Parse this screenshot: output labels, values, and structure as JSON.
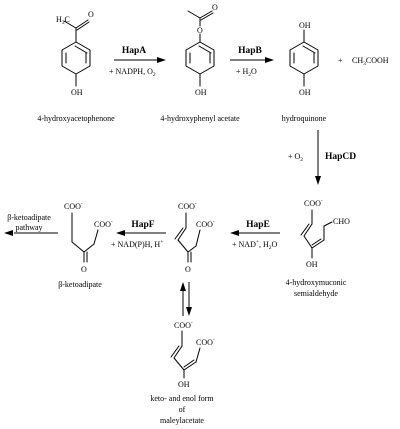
{
  "compounds": {
    "c1": "4-hydroxyacetophenone",
    "c2": "4-hydroxyphenyl acetate",
    "c3": "hydroquinone",
    "c3b": "CH3COOH",
    "c4": [
      "4-hydroxymuconic",
      "semialdehyde"
    ],
    "c5": [
      "keto- and enol form",
      "of",
      "maleylacetate"
    ],
    "c6": "β-ketoadipate",
    "pathway": [
      "β-ketoadipate",
      "pathway"
    ]
  },
  "enzymes": {
    "hapA": "HapA",
    "hapB": "HapB",
    "hapCD": "HapCD",
    "hapE": "HapE",
    "hapF": "HapF"
  },
  "conditions": {
    "hapA": "+ NADPH, O2",
    "hapB": "+ H2O",
    "hapCD": "+ O2",
    "hapE": "+ NAD+, H2O",
    "hapF": "+ NAD(P)H, H+"
  },
  "atoms": {
    "h3c": "H3C",
    "o": "O",
    "oh": "OH",
    "coo": "COO",
    "cho": "CHO",
    "charge_minus": "-",
    "plus": "+"
  }
}
